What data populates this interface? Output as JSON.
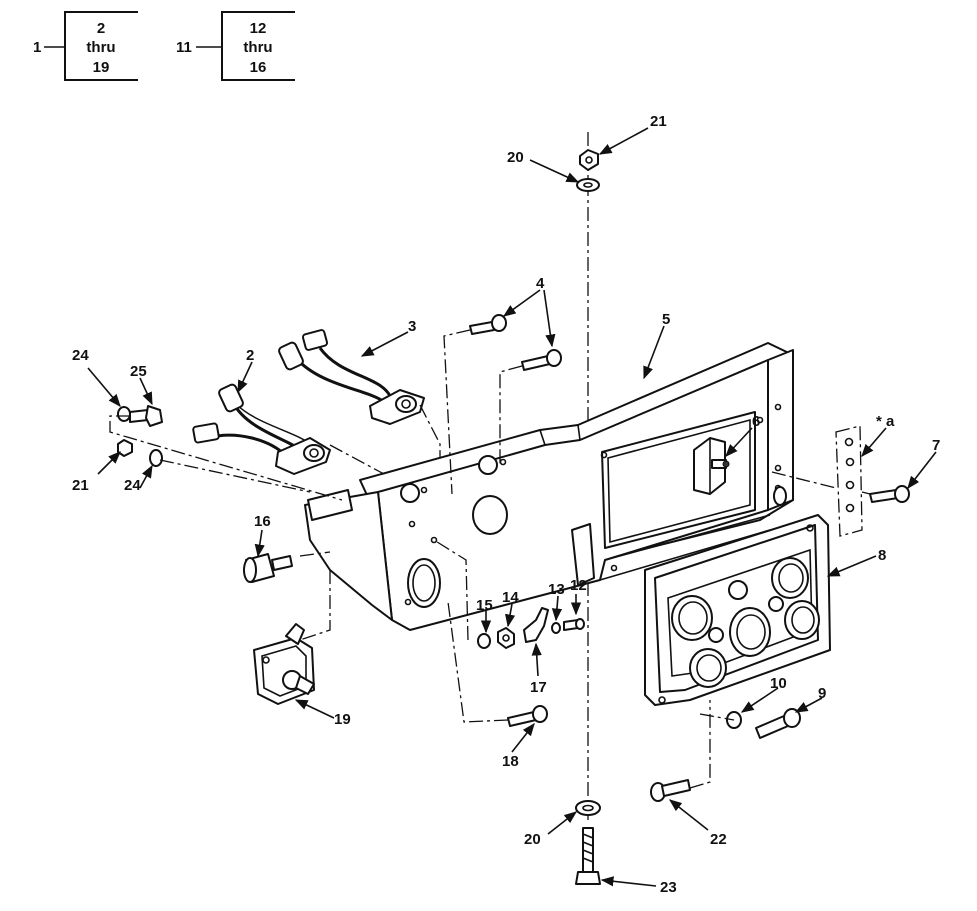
{
  "index_boxes": [
    {
      "ref": "1",
      "top": "2",
      "mid": "thru",
      "bottom": "19"
    },
    {
      "ref": "11",
      "top": "12",
      "mid": "thru",
      "bottom": "16"
    }
  ],
  "callouts": {
    "c2": "2",
    "c3": "3",
    "c4": "4",
    "c5": "5",
    "c6": "6",
    "c7": "7",
    "c8": "8",
    "c9": "9",
    "c10": "10",
    "c12": "12",
    "c13": "13",
    "c14": "14",
    "c15": "15",
    "c16": "16",
    "c17": "17",
    "c18": "18",
    "c19": "19",
    "c20_top": "20",
    "c20_bottom": "20",
    "c21_top": "21",
    "c21_left": "21",
    "c22": "22",
    "c23": "23",
    "c24_top": "24",
    "c24_lower": "24",
    "c25": "25",
    "note_a": "* a"
  }
}
